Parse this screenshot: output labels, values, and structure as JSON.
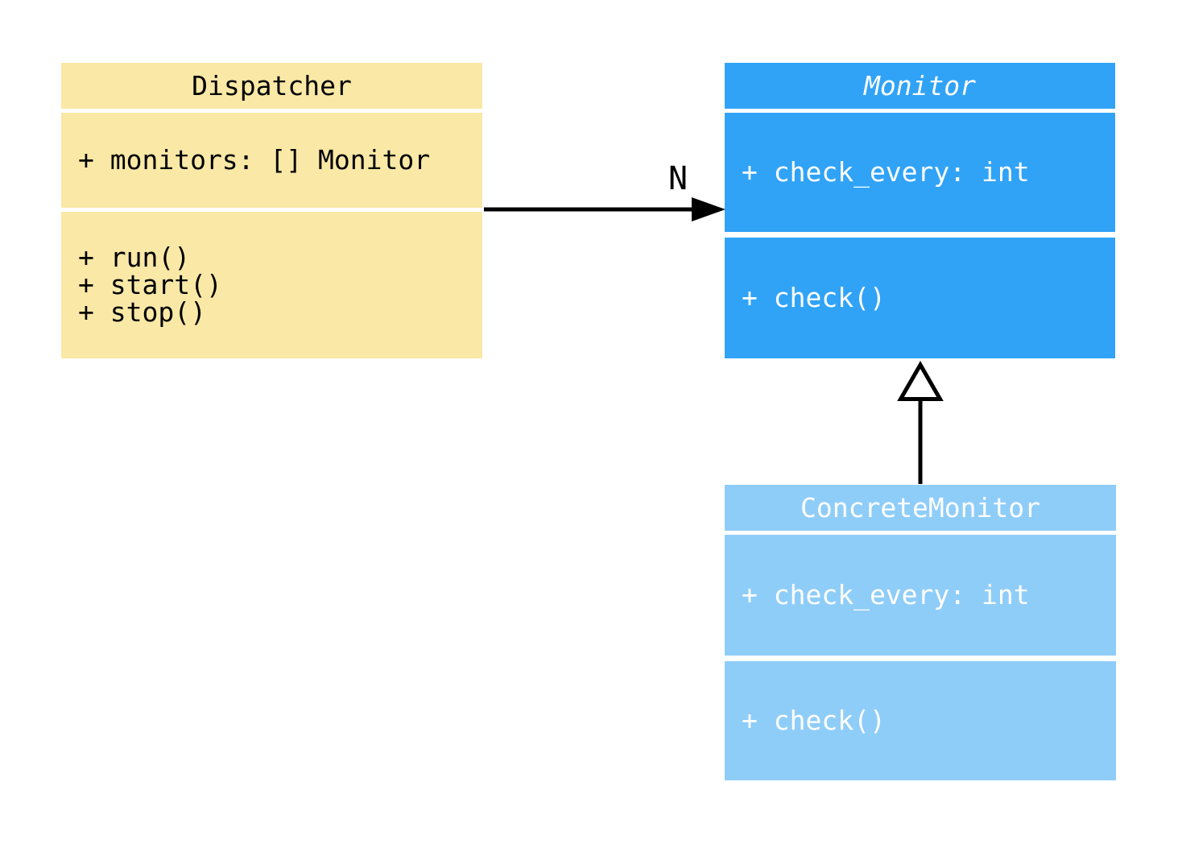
{
  "diagram": {
    "type": "uml-class-diagram",
    "arrow_color": "#000000",
    "background": "#ffffff",
    "classes": {
      "dispatcher": {
        "name": "Dispatcher",
        "abstract": false,
        "fill": "#FAE8A6",
        "text_color": "#000000",
        "attributes": [
          "+ monitors: [] Monitor"
        ],
        "methods": [
          "+ run()",
          "+ start()",
          "+ stop()"
        ]
      },
      "monitor": {
        "name": "Monitor",
        "abstract": true,
        "fill": "#30A3F7",
        "text_color": "#FFFFFF",
        "attributes": [
          "+ check_every: int"
        ],
        "methods": [
          "+ check()"
        ]
      },
      "concrete_monitor": {
        "name": "ConcreteMonitor",
        "abstract": false,
        "fill": "#8FCDF9",
        "text_color": "#FFFFFF",
        "attributes": [
          "+ check_every: int"
        ],
        "methods": [
          "+ check()"
        ]
      }
    },
    "relationships": {
      "association": {
        "from": "Dispatcher",
        "to": "Monitor",
        "label": "N",
        "head": "filled-arrow"
      },
      "generalization": {
        "from": "ConcreteMonitor",
        "to": "Monitor",
        "head": "hollow-triangle"
      }
    }
  }
}
